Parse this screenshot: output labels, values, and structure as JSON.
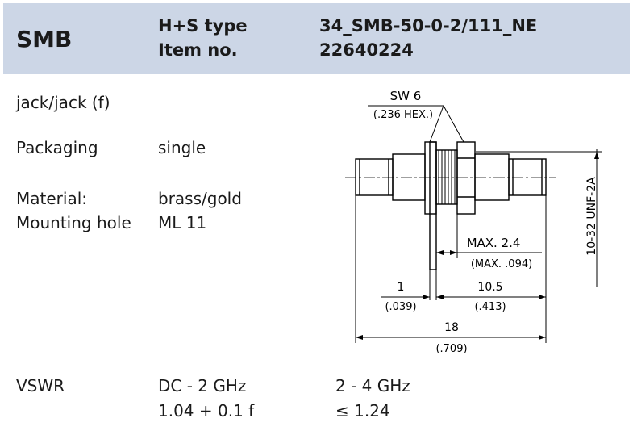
{
  "header": {
    "product": "SMB",
    "type_label": "H+S type",
    "item_label": "Item no.",
    "type_value": "34_SMB-50-0-2/111_NE",
    "item_value": "22640224"
  },
  "specs": {
    "connector": "jack/jack (f)",
    "packaging_label": "Packaging",
    "packaging_value": "single",
    "material_label": "Material:",
    "material_value": "brass/gold",
    "mounting_label": "Mounting hole",
    "mounting_value": "ML 11"
  },
  "drawing": {
    "sw_label": "SW 6",
    "sw_inch": "(.236 HEX.)",
    "thread": "10-32 UNF-2A",
    "max_label": "MAX. 2.4",
    "max_inch": "(MAX. .094)",
    "dim1": "1",
    "dim1_inch": "(.039)",
    "dim2": "10.5",
    "dim2_inch": "(.413)",
    "dim3": "18",
    "dim3_inch": "(.709)"
  },
  "vswr": {
    "label": "VSWR",
    "range1": "DC - 2 GHz",
    "value1": "1.04 + 0.1 f",
    "range2": "2 - 4 GHz",
    "value2": "≤  1.24"
  }
}
